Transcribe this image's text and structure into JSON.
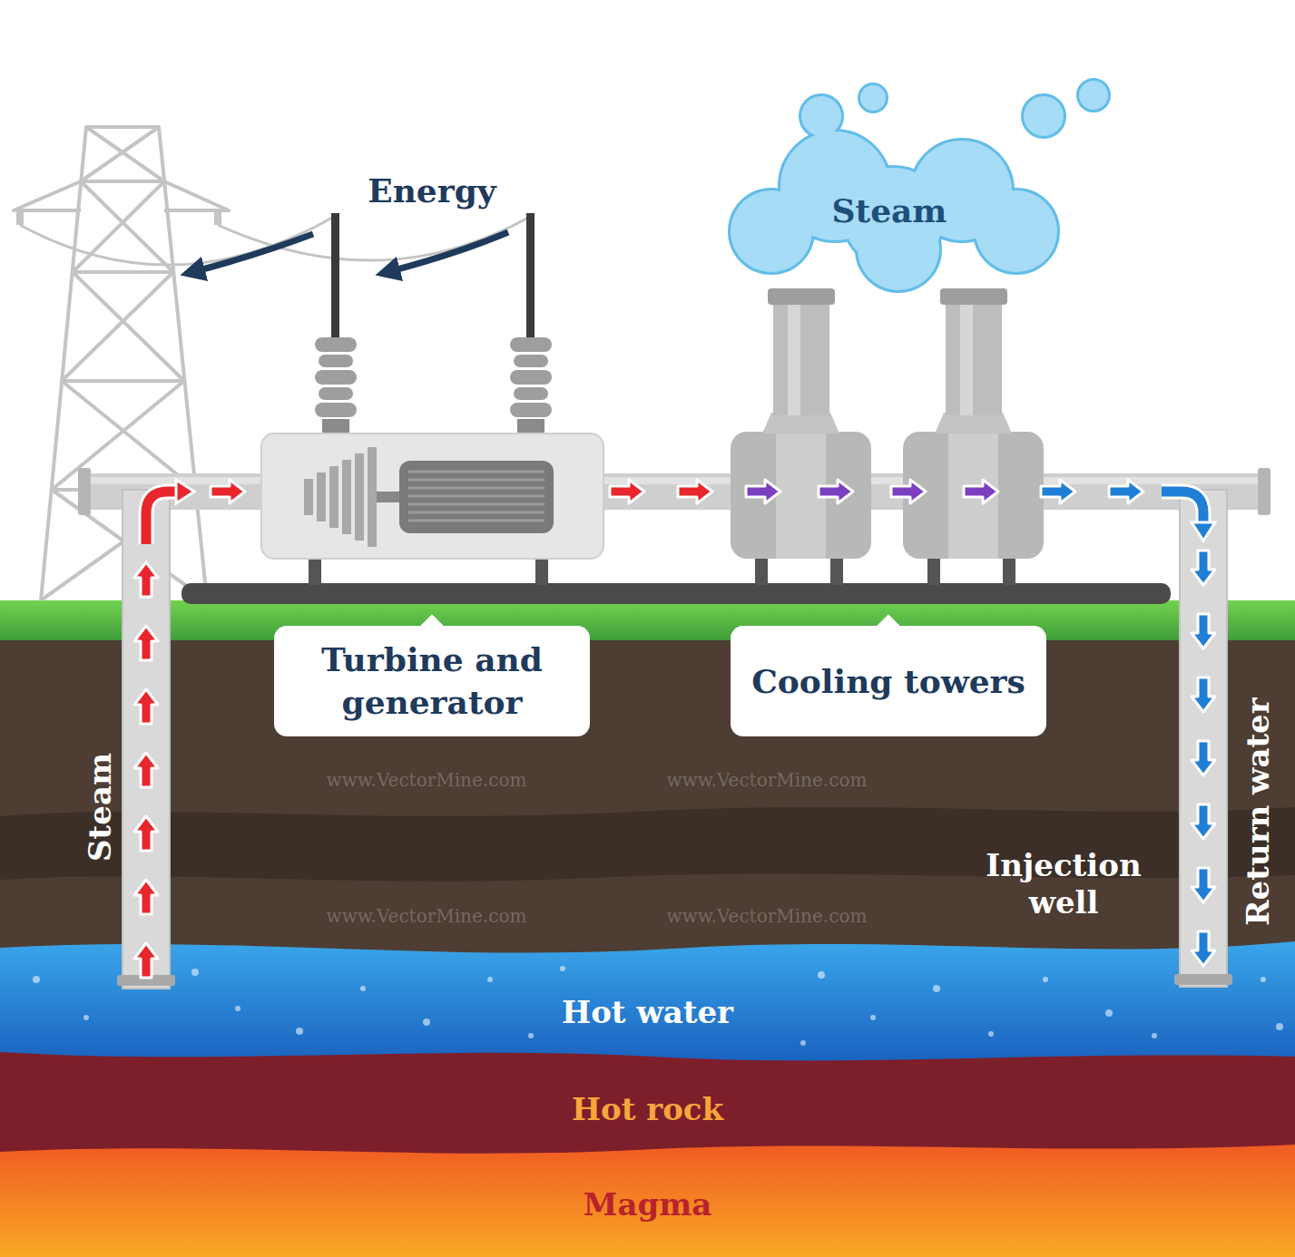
{
  "diagram": {
    "nodes": [
      {
        "text": [
          "Steam"
        ]
      },
      {
        "text": [
          "Turbine and generator"
        ]
      },
      {
        "text": [
          "Cooling towers"
        ]
      },
      {
        "text": [
          "Hot water"
        ]
      },
      {
        "text": [
          "Hot rock"
        ]
      },
      {
        "text": [
          "Magma"
        ]
      }
    ],
    "labels": [
      "Energy",
      "Steam",
      "Injection well",
      "Return water",
      "www.VectorMine.com",
      "www.VectorMine.com",
      "www.VectorMine.com",
      "www.VectorMine.com"
    ]
  }
}
